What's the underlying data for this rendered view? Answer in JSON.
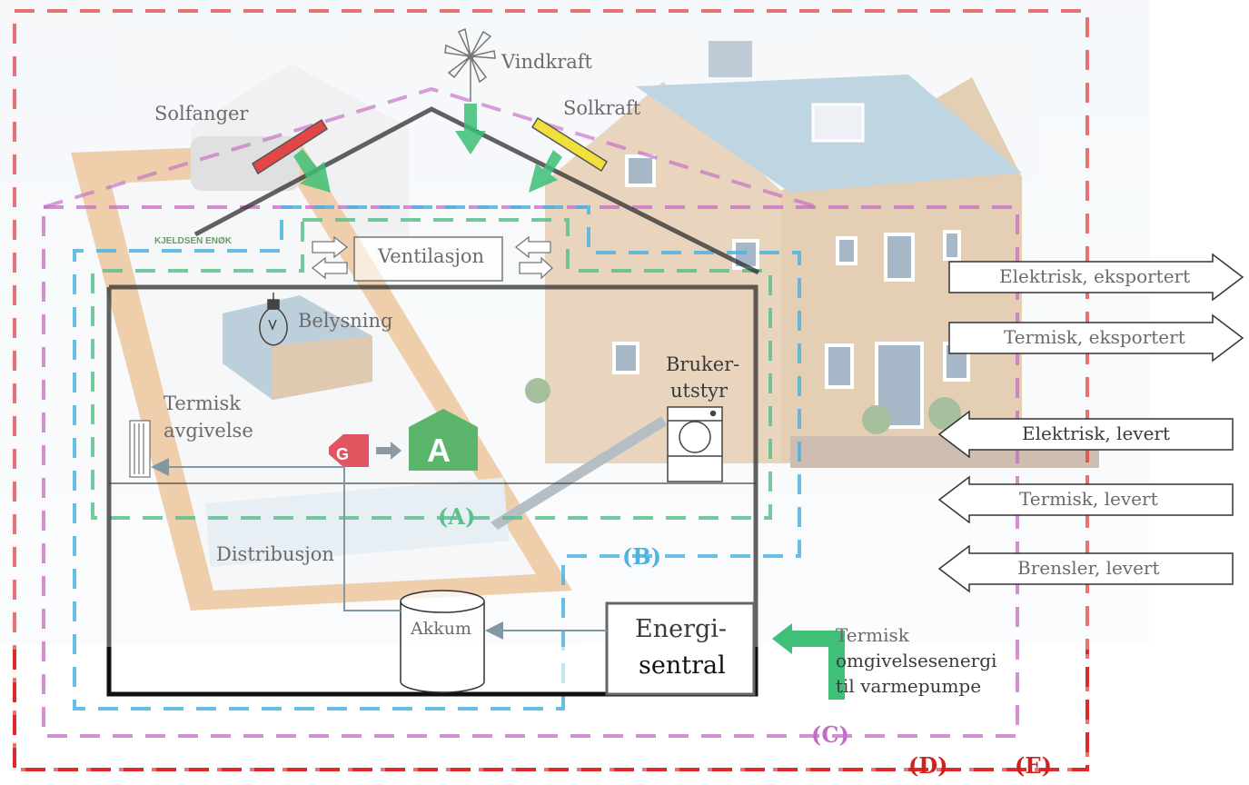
{
  "labels": {
    "vindkraft": "Vindkraft",
    "solfanger": "Solfanger",
    "solkraft": "Solkraft",
    "ventilasjon": "Ventilasjon",
    "belysning": "Belysning",
    "termisk_avgivelse_1": "Termisk",
    "termisk_avgivelse_2": "avgivelse",
    "bruker_1": "Bruker-",
    "bruker_2": "utstyr",
    "distribusjon": "Distribusjon",
    "akkum": "Akkum",
    "energi_1": "Energi-",
    "energi_2": "sentral",
    "omgivelse_1": "Termisk",
    "omgivelse_2": "omgivelsesenergi",
    "omgivelse_3": "til varmepumpe",
    "clipboard_brand": "KJELDSEN ENØK",
    "label_from": "G",
    "label_to": "A"
  },
  "flows": {
    "el_export": "Elektrisk, eksportert",
    "th_export": "Termisk, eksportert",
    "el_delivered": "Elektrisk, levert",
    "th_delivered": "Termisk, levert",
    "fuel_delivered": "Brensler, levert"
  },
  "boundaries": {
    "A": "(A)",
    "B": "(B)",
    "C": "(C)",
    "D": "(D)",
    "E": "(E)"
  },
  "colors": {
    "A": "#5dbf8c",
    "B": "#4fb3e0",
    "C": "#c46cc4",
    "D": "#dd2a2a",
    "green_arrow": "#3fbf77",
    "house_outline": "#2e2e2e",
    "pipe": "#7f98a4"
  }
}
